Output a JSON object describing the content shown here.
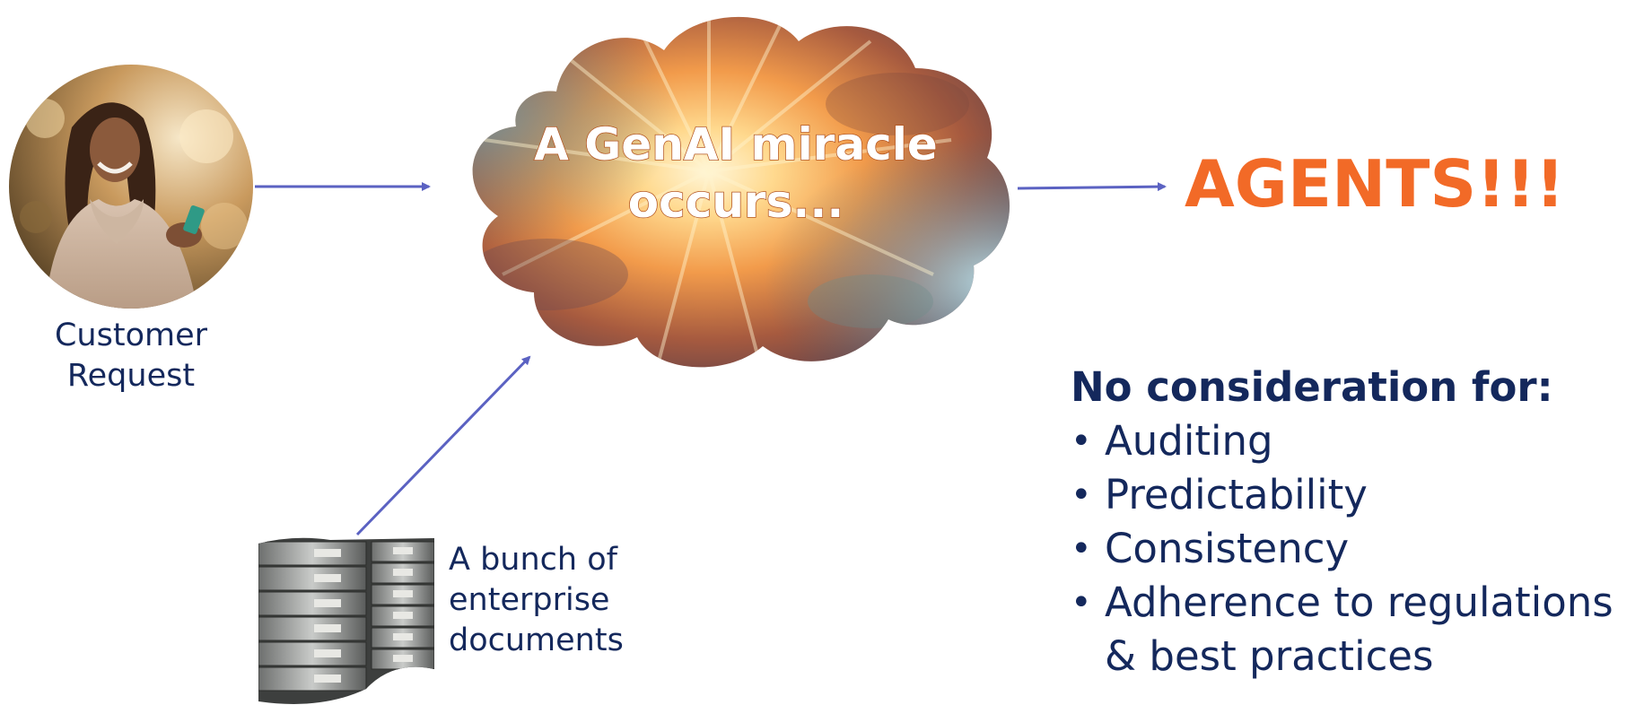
{
  "customer": {
    "label": "Customer\nRequest",
    "icon": "customer-photo-icon"
  },
  "cloud": {
    "text": "A GenAI miracle occurs...",
    "icon": "miracle-cloud-icon",
    "colors": {
      "glow": "#fff6d8",
      "warm": "#f29b4b",
      "deep": "#7a3d3f",
      "sky": "#3a6f88"
    }
  },
  "documents": {
    "label": "A bunch of\nenterprise\ndocuments",
    "icon": "binders-stack-icon"
  },
  "agents": {
    "title": "AGENTS!!!",
    "color": "#f26a27"
  },
  "considerations": {
    "heading": "No consideration for:",
    "bullet": "•",
    "items": [
      "Auditing",
      "Predictability",
      "Consistency",
      "Adherence to regulations\n& best practices"
    ]
  },
  "colors": {
    "text": "#14285c",
    "arrow": "#5b62c2"
  }
}
